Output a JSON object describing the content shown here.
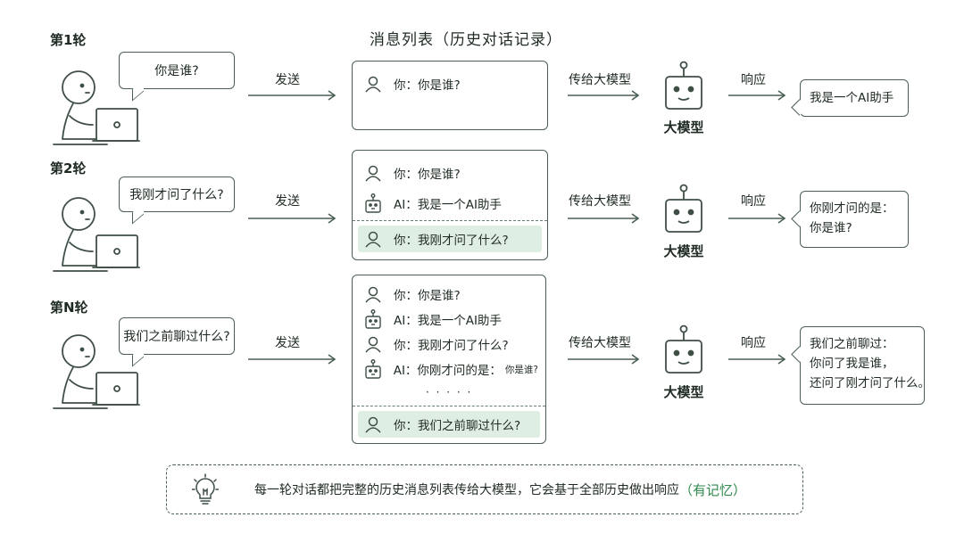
{
  "title": "消息列表（历史对话记录）",
  "rounds": [
    {
      "label": "第1轮",
      "question": "你是谁?",
      "send_label": "发送",
      "pass_label": "传给大模型",
      "model_label": "大模型",
      "respond_label": "响应",
      "messages": [
        {
          "role": "user",
          "text": "你：你是谁?"
        }
      ],
      "response_lines": [
        "我是一个AI助手"
      ]
    },
    {
      "label": "第2轮",
      "question": "我刚才问了什么?",
      "send_label": "发送",
      "pass_label": "传给大模型",
      "model_label": "大模型",
      "respond_label": "响应",
      "messages": [
        {
          "role": "user",
          "text": "你：你是谁?"
        },
        {
          "role": "ai",
          "text": "AI：我是一个AI助手"
        },
        {
          "role": "user",
          "text": "你：我刚才问了什么?",
          "highlight": true
        }
      ],
      "response_lines": [
        "你刚才问的是：",
        "你是谁?"
      ]
    },
    {
      "label": "第N轮",
      "question": "我们之前聊过什么?",
      "send_label": "发送",
      "pass_label": "传给大模型",
      "model_label": "大模型",
      "respond_label": "响应",
      "messages": [
        {
          "role": "user",
          "text": "你：你是谁?"
        },
        {
          "role": "ai",
          "text": "AI：我是一个AI助手"
        },
        {
          "role": "user",
          "text": "你：我刚才问了什么?"
        },
        {
          "role": "ai",
          "text": "AI：你刚才问的是：",
          "small": "你是谁?"
        },
        {
          "role": "ellipsis",
          "text": "· · · · ·"
        },
        {
          "role": "user",
          "text": "你：我们之前聊过什么?",
          "highlight": true
        }
      ],
      "response_lines": [
        "我们之前聊过：",
        "你问了我是谁，",
        "还问了刚才问了什么。"
      ]
    }
  ],
  "footer": {
    "text": "每一轮对话都把完整的历史消息列表传给大模型，它会基于全部历史做出响应",
    "accent": "（有记忆）",
    "icon": "lightbulb-icon"
  },
  "colors": {
    "stroke": "#4b5f54",
    "highlight_bg": "#dfeee3",
    "accent": "#2f8a4d"
  }
}
